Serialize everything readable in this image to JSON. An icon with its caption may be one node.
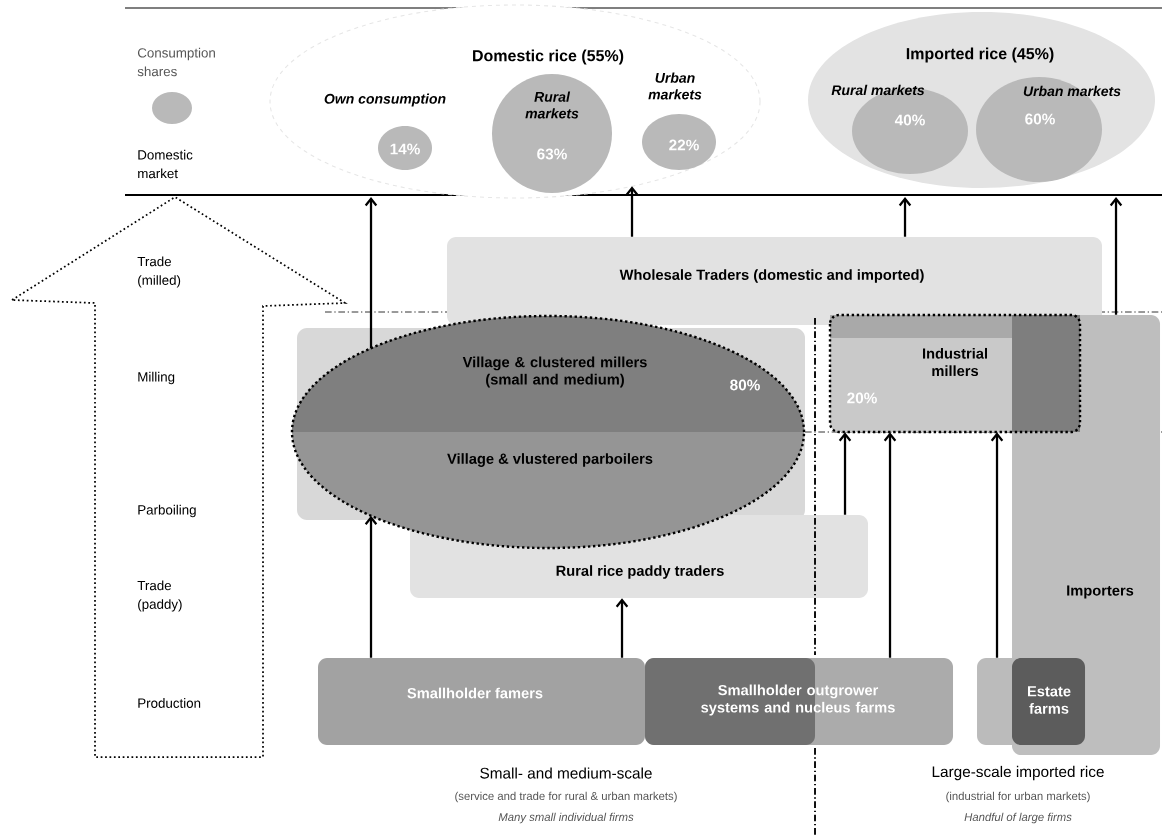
{
  "diagram": {
    "nodes": [
      {
        "text": [
          "Domestic rice (55%)"
        ]
      },
      {
        "text": [
          "Own consumption",
          "14%"
        ],
        "in": 0
      },
      {
        "text": [
          "Rural markets",
          "63%"
        ],
        "in": 0
      },
      {
        "text": [
          "Urban markets",
          "22%"
        ],
        "in": 0
      },
      {
        "text": [
          "Imported rice (45%)"
        ]
      },
      {
        "text": [
          "Rural markets",
          "40%"
        ],
        "in": 4
      },
      {
        "text": [
          "Urban markets",
          "60%"
        ],
        "in": 4
      },
      {
        "text": [
          "Wholesale Traders (domestic and imported)"
        ]
      },
      {
        "text": [
          "Village & clustered millers (small and medium)",
          "80%",
          "Village & vlustered parboilers"
        ]
      },
      {
        "text": [
          "Industrial millers",
          "20%"
        ]
      },
      {
        "text": [
          "Rural rice paddy traders"
        ]
      },
      {
        "text": [
          "Importers"
        ]
      },
      {
        "text": [
          "Smallholder famers"
        ]
      },
      {
        "text": [
          "Smallholder outgrower systems and nucleus farms"
        ]
      },
      {
        "text": [
          "Estate farms"
        ]
      }
    ],
    "edges": [
      {
        "from": 12,
        "to": 8,
        "arrow": "to"
      },
      {
        "from": 8,
        "to": null,
        "arrow": "to"
      },
      {
        "from": 7,
        "to": 0,
        "arrow": "to"
      },
      {
        "from": 7,
        "to": null,
        "arrow": "to"
      },
      {
        "from": 11,
        "to": null,
        "arrow": "to"
      },
      {
        "from": 12,
        "to": 10,
        "arrow": "to"
      },
      {
        "from": 10,
        "to": 9,
        "arrow": "to"
      },
      {
        "from": 13,
        "to": 9,
        "arrow": "to"
      },
      {
        "from": 14,
        "to": 9,
        "arrow": "to"
      }
    ],
    "labels": [
      "Consumption shares",
      "Domestic market",
      "Trade (milled)",
      "Milling",
      "Parboiling",
      "Trade (paddy)",
      "Production",
      "Small- and medium-scale",
      "(service and trade for rural & urban markets)",
      "Many small individual firms",
      "Large-scale imported rice",
      "(industrial for urban markets)",
      "Handful of large firms"
    ]
  }
}
